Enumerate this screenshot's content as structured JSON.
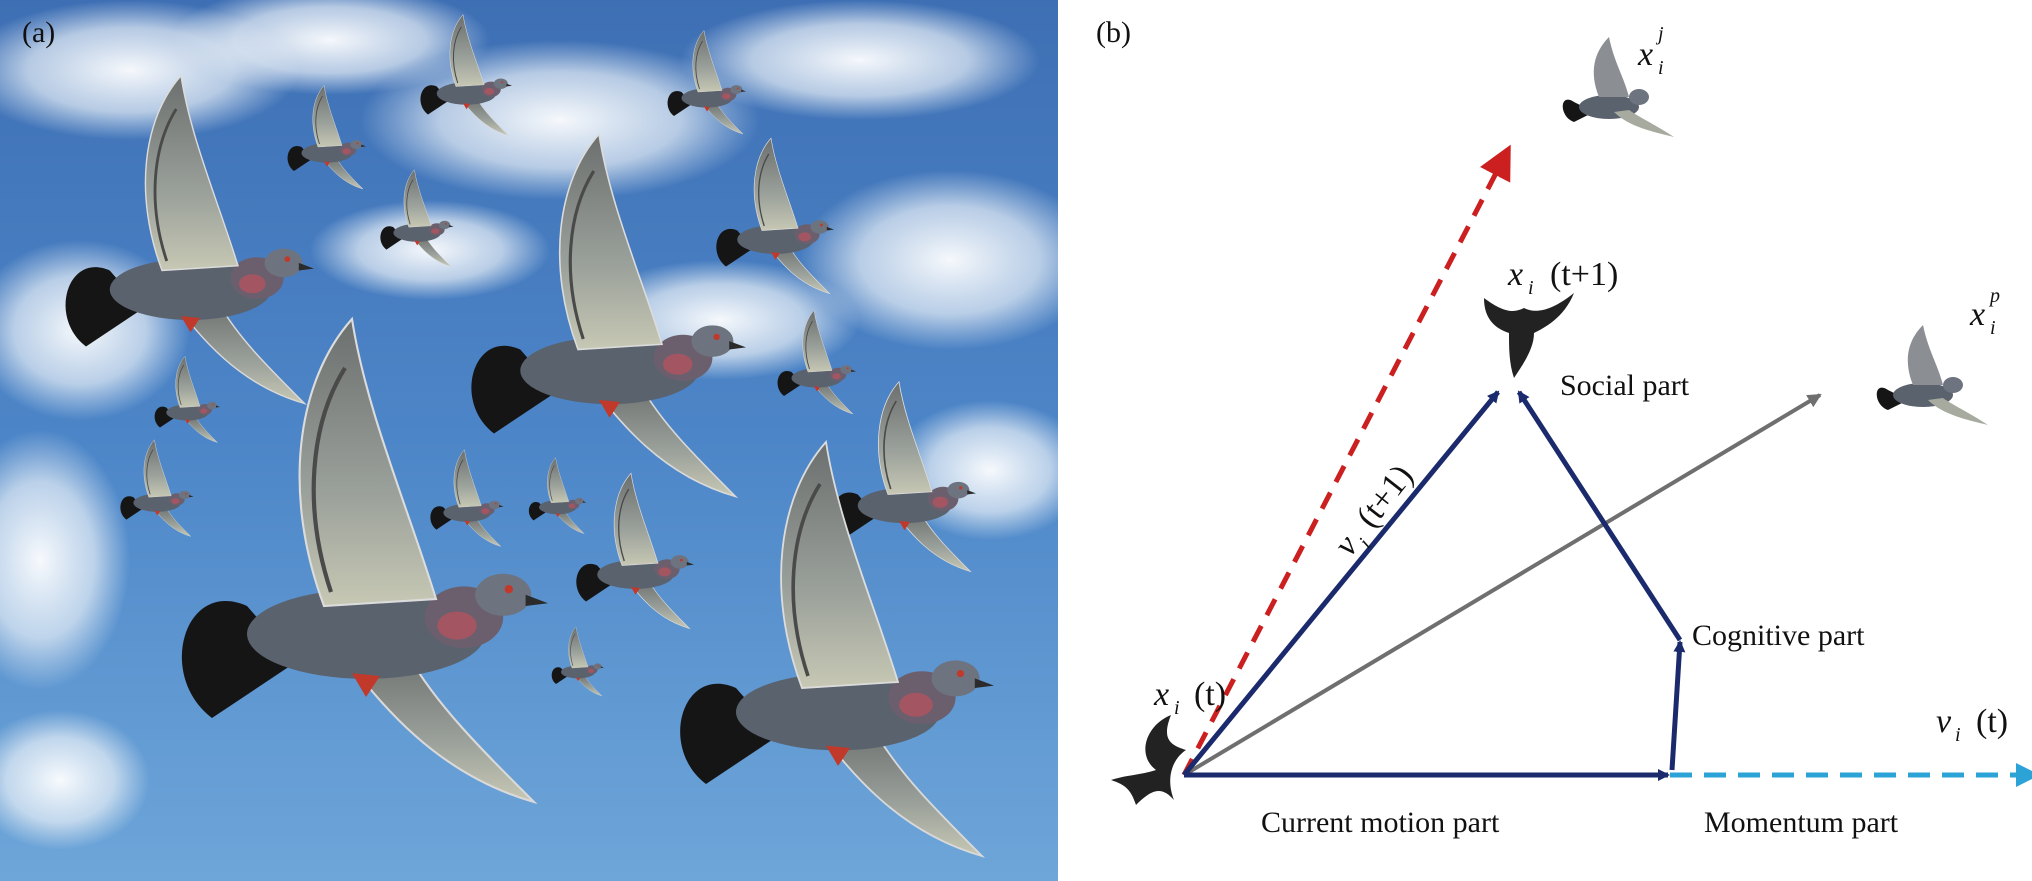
{
  "panel_a": {
    "label": "(a)",
    "colors": {
      "sky_top": "#3f72b8",
      "sky_bottom": "#6aa2d8",
      "cloud": "#eef3f8",
      "pigeon_wing": "#8b8f93",
      "pigeon_body": "#5f6670",
      "pigeon_tail": "#1a1a1a",
      "neck": "#b35a63"
    },
    "icons": [
      "pigeon-flock-icon",
      "cloud-icon"
    ]
  },
  "panel_b": {
    "label": "(b)",
    "nodes": {
      "start": {
        "var": "x",
        "sub": "i",
        "arg": "(t)"
      },
      "next": {
        "var": "x",
        "sub": "i",
        "arg": "(t+1)"
      },
      "global_best": {
        "var": "x",
        "sub": "i",
        "sup": "j"
      },
      "personal_best": {
        "var": "x",
        "sub": "i",
        "sup": "p"
      },
      "velocity_t": {
        "var": "v",
        "sub": "i",
        "arg": "(t)"
      },
      "velocity_t1": {
        "var": "v",
        "sub": "i",
        "arg": "(t+1)"
      }
    },
    "parts": {
      "social": "Social part",
      "cognitive": "Cognitive part",
      "current_motion": "Current motion part",
      "momentum": "Momentum part"
    },
    "colors": {
      "navy": "#1a2a6c",
      "red_dashed": "#cc1f1f",
      "gray": "#6f6f6f",
      "cyan_dashed": "#2ba3d6",
      "bird": "#222222"
    },
    "icons": [
      "bird-silhouette-icon",
      "pigeon-icon"
    ]
  }
}
